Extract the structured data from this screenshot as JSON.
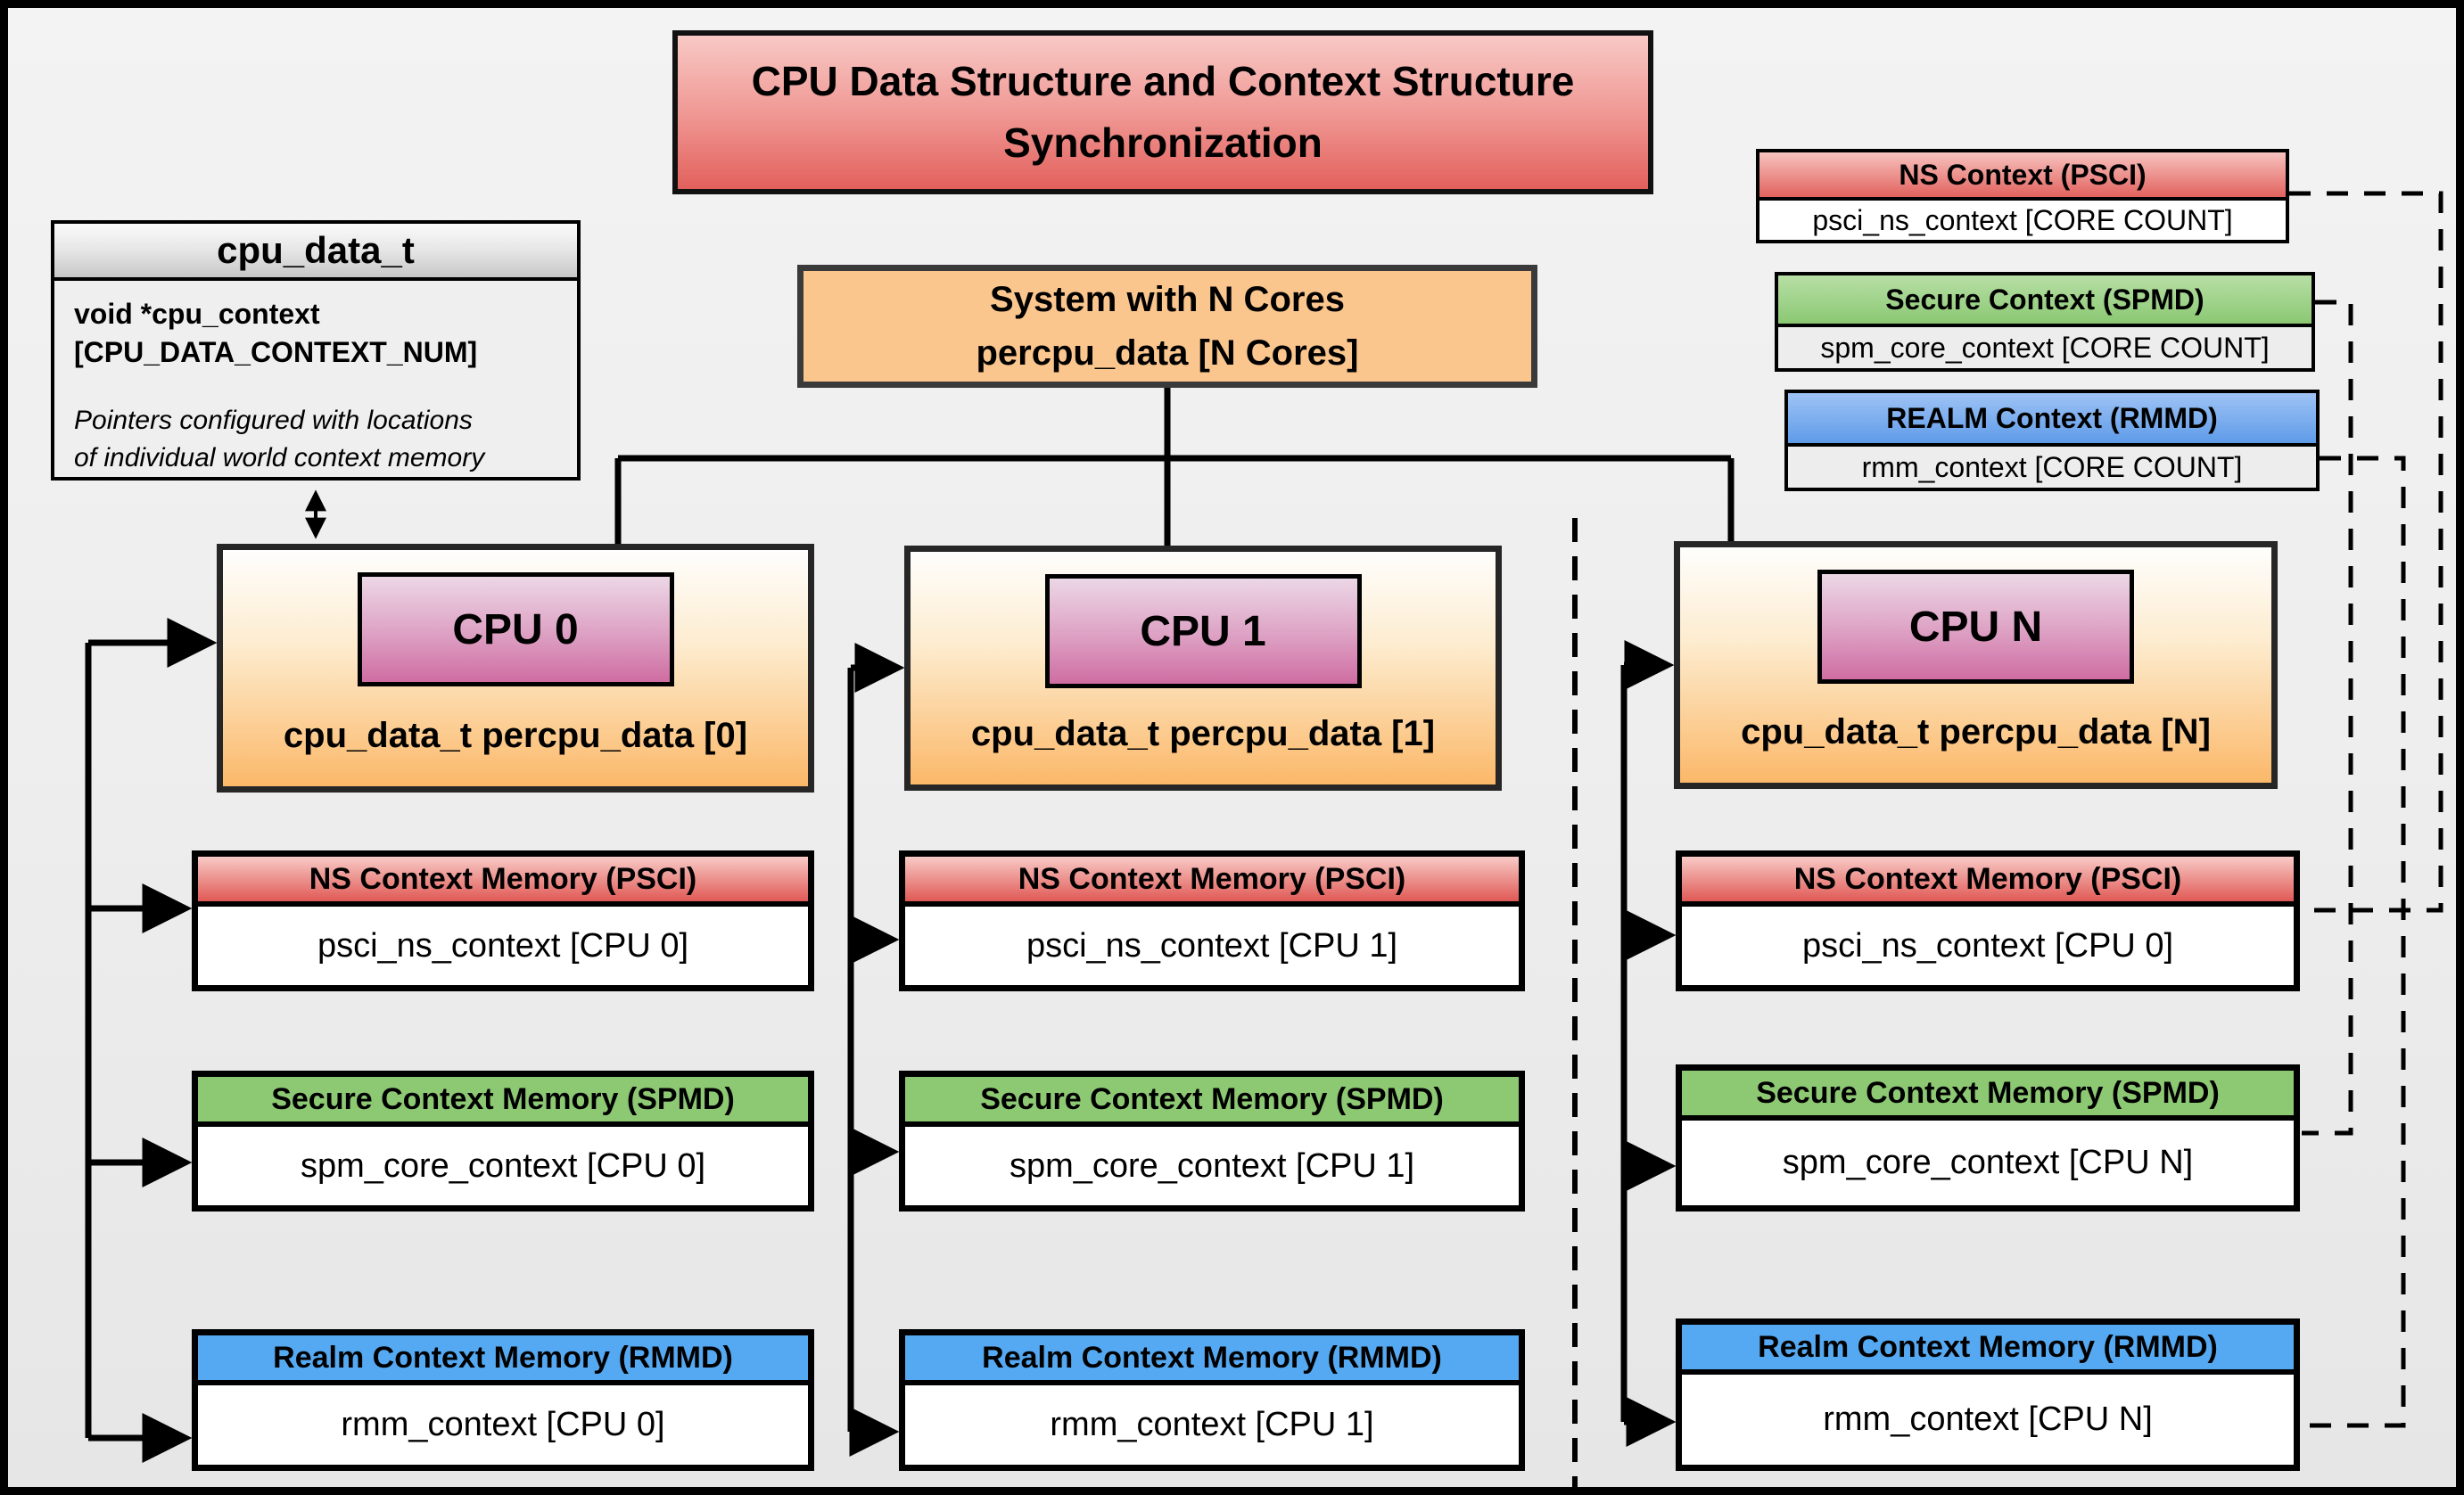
{
  "title": "CPU Data Structure and Context Structure\nSynchronization",
  "cpu_data_struct": {
    "header": "cpu_data_t",
    "field": "void *cpu_context\n[CPU_DATA_CONTEXT_NUM]",
    "note": "Pointers configured with locations\nof individual world context memory"
  },
  "system_box": {
    "line1": "System with N Cores",
    "line2": "percpu_data [N Cores]"
  },
  "legend": [
    {
      "title": "NS Context  (PSCI)",
      "body": "psci_ns_context [CORE COUNT]"
    },
    {
      "title": "Secure Context (SPMD)",
      "body": "spm_core_context [CORE COUNT]"
    },
    {
      "title": "REALM Context (RMMD)",
      "body": "rmm_context [CORE COUNT]"
    }
  ],
  "cpus": [
    {
      "label": "CPU 0",
      "data_label": "cpu_data_t percpu_data [0]",
      "contexts": [
        {
          "title": "NS Context Memory (PSCI)",
          "body": "psci_ns_context [CPU 0]"
        },
        {
          "title": "Secure Context Memory (SPMD)",
          "body": "spm_core_context [CPU 0]"
        },
        {
          "title": "Realm Context Memory (RMMD)",
          "body": "rmm_context [CPU 0]"
        }
      ]
    },
    {
      "label": "CPU 1",
      "data_label": "cpu_data_t percpu_data [1]",
      "contexts": [
        {
          "title": "NS Context Memory (PSCI)",
          "body": "psci_ns_context [CPU 1]"
        },
        {
          "title": "Secure Context Memory (SPMD)",
          "body": "spm_core_context [CPU 1]"
        },
        {
          "title": "Realm Context Memory (RMMD)",
          "body": "rmm_context [CPU 1]"
        }
      ]
    },
    {
      "label": "CPU N",
      "data_label": "cpu_data_t percpu_data [N]",
      "contexts": [
        {
          "title": "NS Context Memory (PSCI)",
          "body": "psci_ns_context [CPU 0]"
        },
        {
          "title": "Secure Context Memory (SPMD)",
          "body": "spm_core_context [CPU N]"
        },
        {
          "title": "Realm Context Memory (RMMD)",
          "body": "rmm_context [CPU N]"
        }
      ]
    }
  ],
  "colors": {
    "title_red": "#e2625e",
    "system_orange": "#fbc68e",
    "cpu_box_orange": "#fbb869",
    "cpu_chip_pink": "#cf6da2",
    "ns_red": "#e05955",
    "secure_green": "#8dc873",
    "realm_blue": "#55a9f2",
    "struct_gray": "#c7c7c7"
  }
}
